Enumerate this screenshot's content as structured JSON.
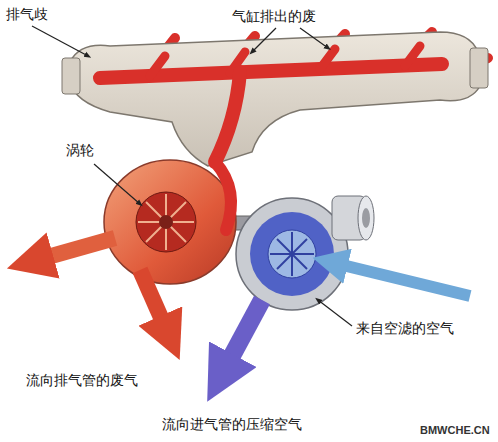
{
  "diagram": {
    "labels": [
      "排气歧",
      "气缸排出的废",
      "涡轮",
      "来自空滤的空气",
      "流向排气管的废气",
      "流向进气管的压缩空气",
      "BMWCHE.CN"
    ]
  }
}
